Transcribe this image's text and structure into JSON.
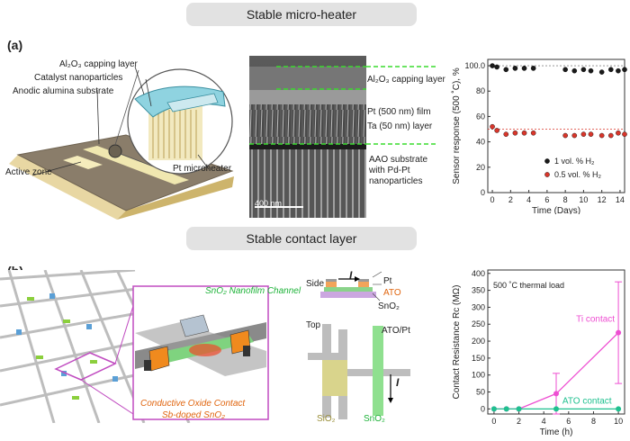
{
  "sections": {
    "top_title": "Stable micro-heater",
    "bottom_title": "Stable contact layer"
  },
  "panel_a": {
    "label": "(a)",
    "diagram": {
      "capping": "Al₂O₃ capping layer",
      "catalyst": "Catalyst nanoparticles",
      "substrate": "Anodic alumina substrate",
      "active_zone": "Active zone",
      "microheater": "Pt microheater"
    },
    "sem": {
      "capping": "Al₂O₃ capping layer",
      "pt_film": "Pt (500 nm) film",
      "ta_layer": "Ta (50 nm) layer",
      "aao1": "AAO substrate",
      "aao2": "with Pd-Pt",
      "aao3": "nanoparticles",
      "scale": "400 nm"
    }
  },
  "panel_b": {
    "label": "(b)",
    "diagram": {
      "channel": "SnO₂ Nanofilm Channel",
      "contact1": "Conductive Oxide Contact",
      "contact2": "Sb-doped SnO₂"
    },
    "schematic": {
      "side": "Side",
      "top": "Top",
      "pt": "Pt",
      "ato": "ATO",
      "sno2_side": "SnO₂",
      "current1": "I",
      "current2": "I",
      "ato_pt": "ATO/Pt",
      "sio2": "SiO₂",
      "sno2_top": "SnO₂"
    }
  },
  "colors": {
    "chart1_s1": "#1a1a1a",
    "chart1_s2": "#d9362b",
    "chart2_ti": "#ee4fd2",
    "chart2_ato": "#1fc08f",
    "green_text": "#1fb33a",
    "orange_text": "#e0650f"
  },
  "chart_data": [
    {
      "type": "scatter",
      "xlabel": "Time (Days)",
      "ylabel": "Sensor response (500 ˚C), %",
      "xlim": [
        -0.5,
        14.5
      ],
      "ylim": [
        0,
        105
      ],
      "xticks": [
        "0",
        "2",
        "4",
        "6",
        "8",
        "10",
        "12",
        "14"
      ],
      "yticks": [
        "0",
        "20",
        "40",
        "60",
        "80",
        "100.0"
      ],
      "grid": false,
      "legend_position": "lower-right",
      "reference_lines": [
        100,
        50
      ],
      "series": [
        {
          "name": "1 vol. % H₂",
          "x": [
            0,
            0.5,
            1.5,
            2.5,
            3.5,
            4.5,
            8,
            9,
            10,
            10.8,
            12,
            13,
            13.8,
            14.5
          ],
          "y": [
            100,
            99,
            97,
            98,
            98,
            98,
            97,
            96,
            97,
            96,
            95,
            97,
            96,
            97
          ]
        },
        {
          "name": "0.5 vol. % H₂",
          "x": [
            0,
            0.5,
            1.5,
            2.5,
            3.5,
            4.5,
            8,
            9,
            10,
            10.8,
            12,
            13,
            13.8,
            14.5
          ],
          "y": [
            52,
            49,
            46,
            47,
            47,
            47,
            45,
            45,
            46,
            46,
            45,
            45,
            47,
            46
          ]
        }
      ]
    },
    {
      "type": "line",
      "annotation": "500 ˚C thermal load",
      "xlabel": "Time (h)",
      "ylabel": "Contact Resistance Rᴄ (MΩ)",
      "xlim": [
        -0.5,
        10.5
      ],
      "ylim": [
        -15,
        410
      ],
      "xticks": [
        "0",
        "2",
        "4",
        "6",
        "8",
        "10"
      ],
      "yticks": [
        "0",
        "50",
        "100",
        "150",
        "200",
        "250",
        "300",
        "350",
        "400"
      ],
      "grid": false,
      "series": [
        {
          "name": "Ti contact",
          "x": [
            0,
            1,
            2,
            5,
            10
          ],
          "y": [
            0,
            0,
            0,
            45,
            225
          ],
          "err": [
            0,
            0,
            0,
            60,
            150
          ]
        },
        {
          "name": "ATO contact",
          "x": [
            0,
            1,
            2,
            5,
            10
          ],
          "y": [
            0,
            0,
            0,
            0,
            0
          ],
          "err": [
            0,
            0,
            0,
            0,
            0
          ]
        }
      ]
    }
  ]
}
